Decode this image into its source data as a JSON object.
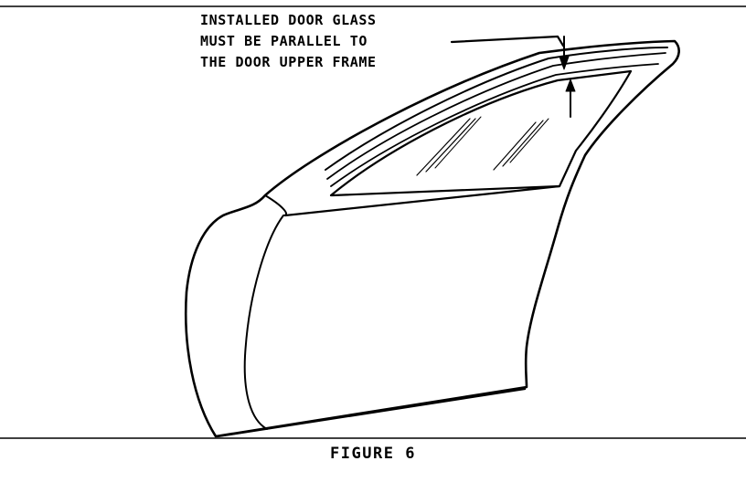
{
  "callout": {
    "lines": [
      "INSTALLED DOOR GLASS",
      "MUST BE PARALLEL TO",
      "THE DOOR UPPER FRAME"
    ]
  },
  "caption": "FIGURE 6",
  "colors": {
    "line": "#000000",
    "background": "#ffffff"
  }
}
